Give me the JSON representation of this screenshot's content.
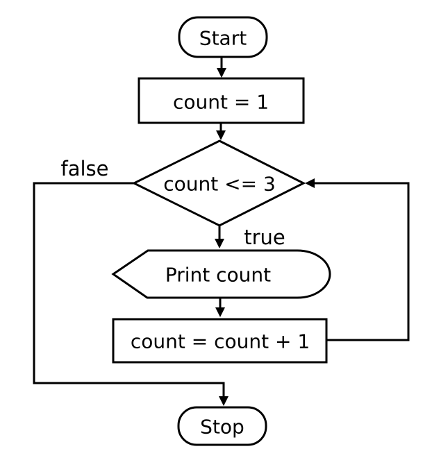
{
  "diagram": {
    "type": "flowchart",
    "colors": {
      "stroke": "#000000",
      "fill": "#ffffff",
      "background": "#ffffff"
    },
    "nodes": {
      "start": {
        "type": "terminator",
        "label": "Start"
      },
      "init": {
        "type": "process",
        "label": "count = 1"
      },
      "decision": {
        "type": "decision",
        "label": "count <= 3"
      },
      "print": {
        "type": "display",
        "label": "Print count"
      },
      "increment": {
        "type": "process",
        "label": "count = count + 1"
      },
      "stop": {
        "type": "terminator",
        "label": "Stop"
      }
    },
    "edges": [
      {
        "from": "start",
        "to": "init",
        "label": ""
      },
      {
        "from": "init",
        "to": "decision",
        "label": ""
      },
      {
        "from": "decision",
        "to": "print",
        "label": "true"
      },
      {
        "from": "print",
        "to": "increment",
        "label": ""
      },
      {
        "from": "increment",
        "to": "decision",
        "label": ""
      },
      {
        "from": "decision",
        "to": "stop",
        "label": "false"
      }
    ]
  }
}
